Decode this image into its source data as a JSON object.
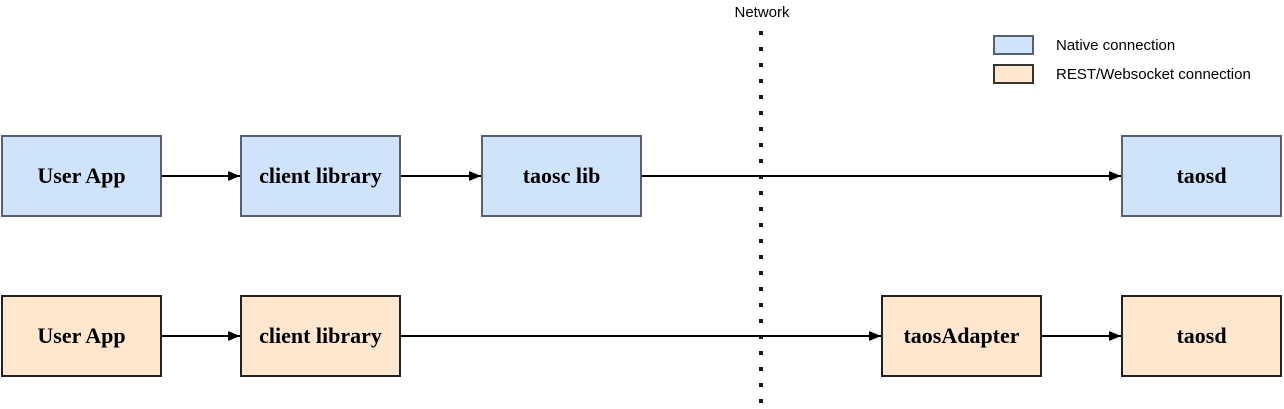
{
  "network_label": "Network",
  "legend": {
    "items": [
      {
        "type": "native",
        "label": "Native connection",
        "fill": "#cfe3fa",
        "border": "#56606c"
      },
      {
        "type": "rest",
        "label": "REST/Websocket connection",
        "fill": "#ffe7cf",
        "border": "#333333"
      }
    ]
  },
  "rows": [
    {
      "type": "native",
      "nodes": [
        {
          "label": "User App"
        },
        {
          "label": "client library"
        },
        {
          "label": "taosc lib"
        },
        {
          "label": "taosd"
        }
      ]
    },
    {
      "type": "rest",
      "nodes": [
        {
          "label": "User App"
        },
        {
          "label": "client library"
        },
        {
          "label": "taosAdapter"
        },
        {
          "label": "taosd"
        }
      ]
    }
  ],
  "connections": [
    {
      "row": "native",
      "from": "User App",
      "to": "client library"
    },
    {
      "row": "native",
      "from": "client library",
      "to": "taosc lib"
    },
    {
      "row": "native",
      "from": "taosc lib",
      "to": "taosd",
      "crosses_network": true
    },
    {
      "row": "rest",
      "from": "User App",
      "to": "client library"
    },
    {
      "row": "rest",
      "from": "client library",
      "to": "taosAdapter",
      "crosses_network": true
    },
    {
      "row": "rest",
      "from": "taosAdapter",
      "to": "taosd"
    }
  ],
  "colors": {
    "native_fill": "#cfe3fa",
    "native_border": "#56606c",
    "rest_fill": "#ffe7cf",
    "rest_border": "#222222",
    "arrow": "#000000",
    "background": "#ffffff"
  }
}
